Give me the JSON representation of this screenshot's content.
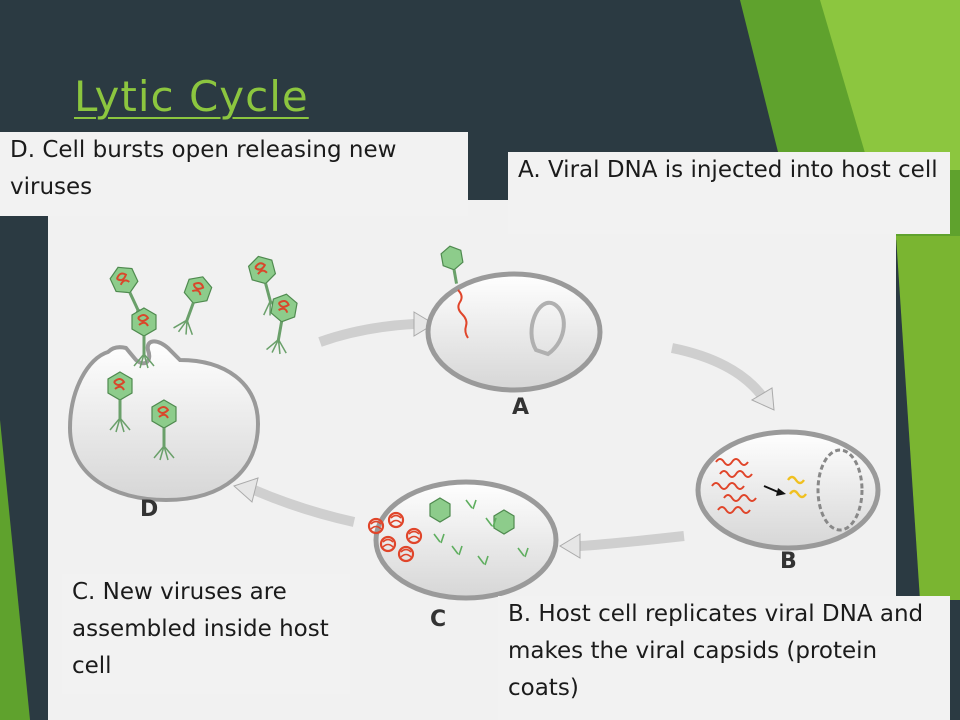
{
  "slide": {
    "title": "Lytic Cycle",
    "accent_color": "#8cc63f",
    "background_color": "#2b3a42"
  },
  "callouts": {
    "d": "D. Cell bursts open releasing new viruses",
    "a": "A. Viral DNA is injected into host cell",
    "c": "C. New viruses are assembled inside host cell",
    "b": "B. Host cell replicates viral DNA and makes the viral capsids (protein coats)"
  },
  "stages": {
    "a": "A",
    "b": "B",
    "c": "C",
    "d": "D"
  }
}
